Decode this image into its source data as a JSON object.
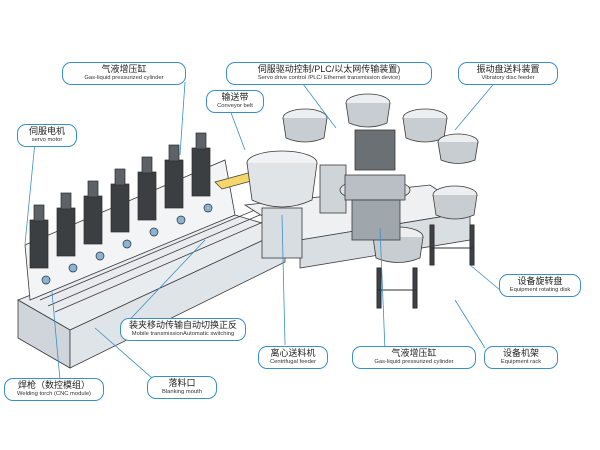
{
  "diagram": {
    "accent_color": "#3a8fc8",
    "labels": {
      "gas_cylinder_top": {
        "cn": "气液增压缸",
        "en": "Gas-liquid pressurized cylinder"
      },
      "servo_drive": {
        "cn": "伺服驱动控制/PLC/以太网传输装置)",
        "en": "Servo drive control /PLC/ Ethernet transmission device)"
      },
      "vibratory_feeder": {
        "cn": "振动盘送料装置",
        "en": "Vibratory disc feeder"
      },
      "conveyor_belt": {
        "cn": "输送带",
        "en": "Conveyor belt"
      },
      "servo_motor": {
        "cn": "伺服电机",
        "en": "servo motor"
      },
      "rotating_disk": {
        "cn": "设备旋转盘",
        "en": "Equipment rotating disk"
      },
      "fixture_transmission": {
        "cn": "装夹移动传输自动切换正反",
        "en": "Mobile transmissionAutomatic switching"
      },
      "centrifugal_feeder": {
        "cn": "离心送料机",
        "en": "Centrifugal feeder"
      },
      "gas_cylinder_bottom": {
        "cn": "气液增压缸",
        "en": "Gas-liquid pressurized cylinder"
      },
      "equipment_rack": {
        "cn": "设备机架",
        "en": "Equipment rack"
      },
      "welding_torch": {
        "cn": "焊枪（数控模组）",
        "en": "Welding torch (CNC module)"
      },
      "blanking_mouth": {
        "cn": "落料口",
        "en": "Blanking mouth"
      }
    }
  }
}
